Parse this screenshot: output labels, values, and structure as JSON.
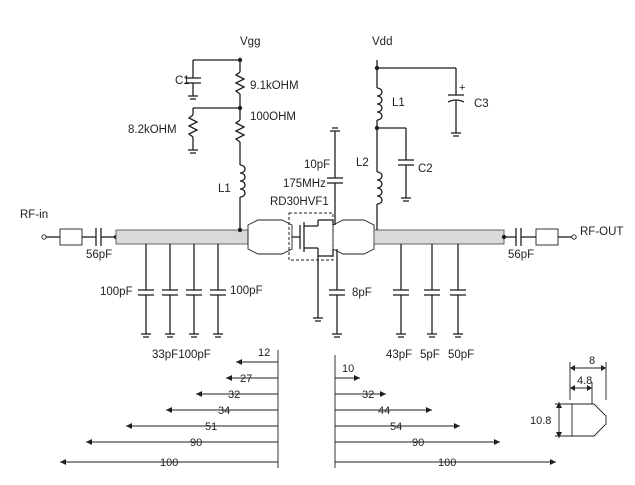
{
  "rails": {
    "gate": "Vgg",
    "drain": "Vdd"
  },
  "ports": {
    "input": "RF-in",
    "output": "RF-OUT"
  },
  "transistor": "RD30HVF1",
  "resistors": {
    "bias_top": "9.1kOHM",
    "bias_left": "8.2kOHM",
    "gate_series": "100OHM"
  },
  "capacitors": {
    "c1": "C1",
    "c2": "C2",
    "c3": "C3",
    "gate_bypass_freq": "175MHz",
    "feedback": "10pF",
    "in_couple": "56pF",
    "out_couple": "56pF",
    "in_shunt_left": "100pF",
    "in_shunt_right": "100pF",
    "in_shunt_bottom": "33pF100pF",
    "source_shunt": "8pF",
    "out_shunt_1": "43pF",
    "out_shunt_2": "5pF",
    "out_shunt_3": "50pF"
  },
  "inductors": {
    "gate": "L1",
    "drain_top": "L1",
    "drain_bottom": "L2"
  },
  "dimensions": {
    "left": [
      "12",
      "27",
      "32",
      "34",
      "51",
      "90",
      "100"
    ],
    "right": [
      "10",
      "32",
      "44",
      "54",
      "90",
      "100"
    ],
    "pad": {
      "width": "8",
      "inner": "4.8",
      "height": "10.8"
    }
  }
}
